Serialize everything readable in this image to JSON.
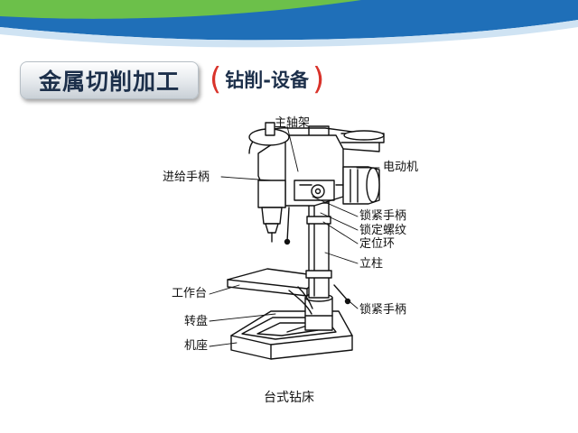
{
  "slide": {
    "title": "金属切削加工",
    "subtitle": "钻削-设备",
    "bracket_open": "(",
    "bracket_close": ")",
    "caption": "台式钻床"
  },
  "labels": {
    "spindle_frame": "主轴架",
    "feed_handle": "进给手柄",
    "motor": "电动机",
    "lock_handle_top": "锁紧手柄",
    "lock_thread": "锁定螺纹",
    "positioning_ring": "定位环",
    "column": "立柱",
    "worktable": "工作台",
    "lock_handle_bottom": "锁紧手柄",
    "turntable": "转盘",
    "base": "机座"
  },
  "colors": {
    "title_text": "#1c2f4a",
    "bracket": "#d9332b",
    "band_green": "#6cc04a",
    "band_blue": "#1f6fb8"
  }
}
